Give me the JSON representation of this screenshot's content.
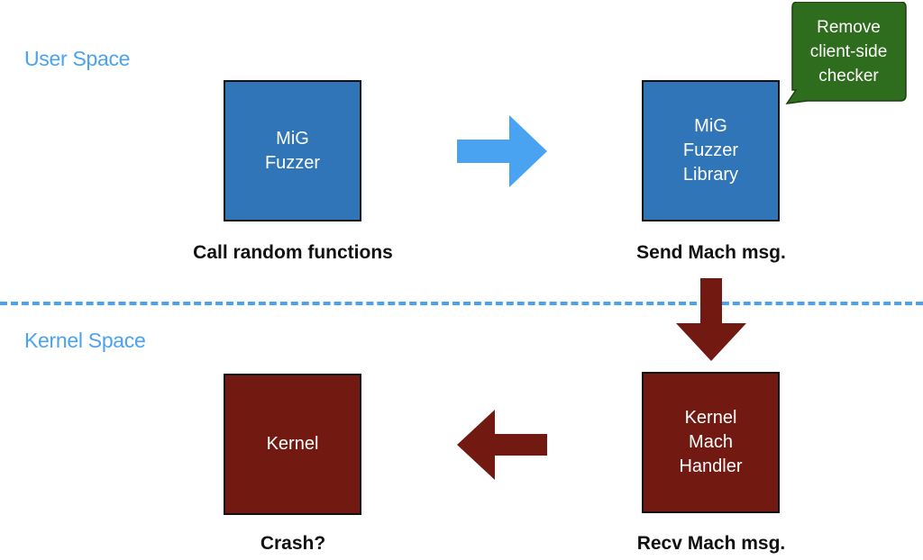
{
  "colors": {
    "user_space": "#4aa3f0",
    "user_box": "#2f75b8",
    "kernel_box": "#721a12",
    "callout": "#2f6d1e",
    "divider": "#4aa3f0"
  },
  "regions": {
    "user_space_label": "User Space",
    "kernel_space_label": "Kernel Space"
  },
  "boxes": {
    "mig_fuzzer": "MiG\nFuzzer",
    "mig_fuzzer_library": "MiG\nFuzzer\nLibrary",
    "kernel": "Kernel",
    "kernel_mach_handler": "Kernel\nMach\nHandler"
  },
  "captions": {
    "call": "Call random functions",
    "send": "Send Mach msg.",
    "crash": "Crash?",
    "recv": "Recv Mach msg."
  },
  "callout": {
    "text": "Remove\nclient-side\nchecker"
  }
}
